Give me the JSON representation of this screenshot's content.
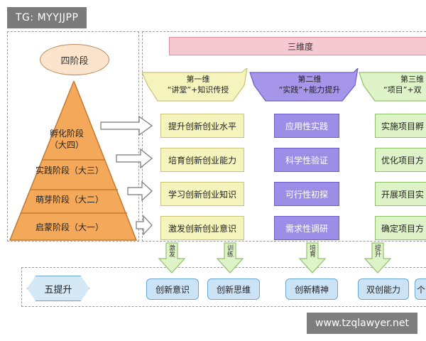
{
  "watermarks": {
    "top": "TG: MYYJJPP",
    "bottom": "www.tzqlawyer.net"
  },
  "stages": {
    "title": "四阶段",
    "levels": [
      {
        "line1": "孵化阶段",
        "line2": "（大四）"
      },
      {
        "line1": "实践阶段（大三）",
        "line2": ""
      },
      {
        "line1": "萌芽阶段（大二）",
        "line2": ""
      },
      {
        "line1": "启蒙阶段（大一）",
        "line2": ""
      }
    ]
  },
  "dimensions": {
    "title": "三维度",
    "columns": [
      {
        "title_line1": "第一维",
        "title_line2": "“讲堂”+知识传授",
        "items": [
          "提升创新创业水平",
          "培育创新创业能力",
          "学习创新创业知识",
          "激发创新创业意识"
        ]
      },
      {
        "title_line1": "第二维",
        "title_line2": "“实践”+能力提升",
        "items": [
          "应用性实践",
          "科学性验证",
          "可行性初探",
          "需求性调研"
        ]
      },
      {
        "title_line1": "第三维",
        "title_line2": "“项目”+双",
        "items": [
          "实施项目孵",
          "优化项目方",
          "开展项目实",
          "确定项目方"
        ]
      }
    ]
  },
  "improvements": {
    "title": "五提升",
    "items": [
      "创新意识",
      "创新思维",
      "创新精神",
      "双创能力",
      "个"
    ],
    "arrow_labels": [
      "激发",
      "训练",
      "培育",
      "提升"
    ]
  },
  "colors": {
    "pyramid": "#f4a95a",
    "yellow_box": "#f6f4bd",
    "purple_box": "#9c8ee6",
    "green_box": "#dff3c8",
    "blue_box": "#cce3f6",
    "header_bar": "#f6c9d2"
  }
}
